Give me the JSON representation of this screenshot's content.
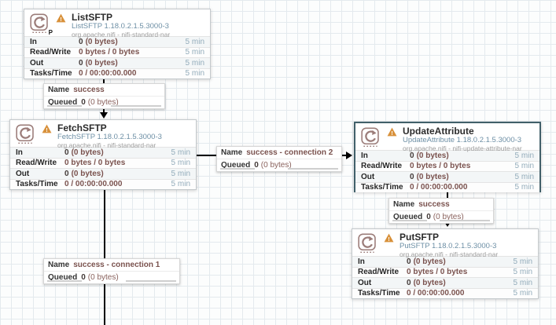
{
  "colors": {
    "warning_orange": "#d8913b",
    "processor_icon_brown": "#9b7c79",
    "stat_value_maroon": "#7a524e",
    "version_text_blue": "#6d8fa5",
    "time_window_blue": "#93acbb",
    "selected_border_teal": "#41606a",
    "wire_black": "#000000",
    "grid_line": "#e4eaee"
  },
  "processors": [
    {
      "title": "ListSFTP",
      "version_line": "ListSFTP 1.18.0.2.1.5.3000-3",
      "bundle_line": "org.apache.nifi - nifi-standard-nar",
      "badge": "P",
      "stats": {
        "in": {
          "label": "In",
          "num": "0",
          "rest": "(0 bytes)",
          "window": "5 min"
        },
        "rw": {
          "label": "Read/Write",
          "num": "",
          "rest": "0 bytes / 0 bytes",
          "window": "5 min"
        },
        "out": {
          "label": "Out",
          "num": "0",
          "rest": "(0 bytes)",
          "window": "5 min"
        },
        "tasks": {
          "label": "Tasks/Time",
          "num": "",
          "rest": "0 / 00:00:00.000",
          "window": "5 min"
        }
      }
    },
    {
      "title": "FetchSFTP",
      "version_line": "FetchSFTP 1.18.0.2.1.5.3000-3",
      "bundle_line": "org.apache.nifi - nifi-standard-nar",
      "stats": {
        "in": {
          "label": "In",
          "num": "0",
          "rest": "(0 bytes)",
          "window": "5 min"
        },
        "rw": {
          "label": "Read/Write",
          "num": "",
          "rest": "0 bytes / 0 bytes",
          "window": "5 min"
        },
        "out": {
          "label": "Out",
          "num": "0",
          "rest": "(0 bytes)",
          "window": "5 min"
        },
        "tasks": {
          "label": "Tasks/Time",
          "num": "",
          "rest": "0 / 00:00:00.000",
          "window": "5 min"
        }
      }
    },
    {
      "title": "UpdateAttribute",
      "version_line": "UpdateAttribute 1.18.0.2.1.5.3000-3",
      "bundle_line": "org.apache.nifi - nifi-update-attribute-nar",
      "stats": {
        "in": {
          "label": "In",
          "num": "0",
          "rest": "(0 bytes)",
          "window": "5 min"
        },
        "rw": {
          "label": "Read/Write",
          "num": "",
          "rest": "0 bytes / 0 bytes",
          "window": "5 min"
        },
        "out": {
          "label": "Out",
          "num": "0",
          "rest": "(0 bytes)",
          "window": "5 min"
        },
        "tasks": {
          "label": "Tasks/Time",
          "num": "",
          "rest": "0 / 00:00:00.000",
          "window": "5 min"
        }
      }
    },
    {
      "title": "PutSFTP",
      "version_line": "PutSFTP 1.18.0.2.1.5.3000-3",
      "bundle_line": "org.apache.nifi - nifi-standard-nar",
      "stats": {
        "in": {
          "label": "In",
          "num": "0",
          "rest": "(0 bytes)",
          "window": "5 min"
        },
        "rw": {
          "label": "Read/Write",
          "num": "",
          "rest": "0 bytes / 0 bytes",
          "window": "5 min"
        },
        "out": {
          "label": "Out",
          "num": "0",
          "rest": "(0 bytes)",
          "window": "5 min"
        },
        "tasks": {
          "label": "Tasks/Time",
          "num": "",
          "rest": "0 / 00:00:00.000",
          "window": "5 min"
        }
      }
    }
  ],
  "connections": [
    {
      "name_label": "Name",
      "name": "success",
      "queued_label": "Queued",
      "queued_num": "0",
      "queued_rest": "(0 bytes)"
    },
    {
      "name_label": "Name",
      "name": "success - connection 2",
      "queued_label": "Queued",
      "queued_num": "0",
      "queued_rest": "(0 bytes)"
    },
    {
      "name_label": "Name",
      "name": "success",
      "queued_label": "Queued",
      "queued_num": "0",
      "queued_rest": "(0 bytes)"
    },
    {
      "name_label": "Name",
      "name": "success - connection 1",
      "queued_label": "Queued",
      "queued_num": "0",
      "queued_rest": "(0 bytes)"
    }
  ]
}
